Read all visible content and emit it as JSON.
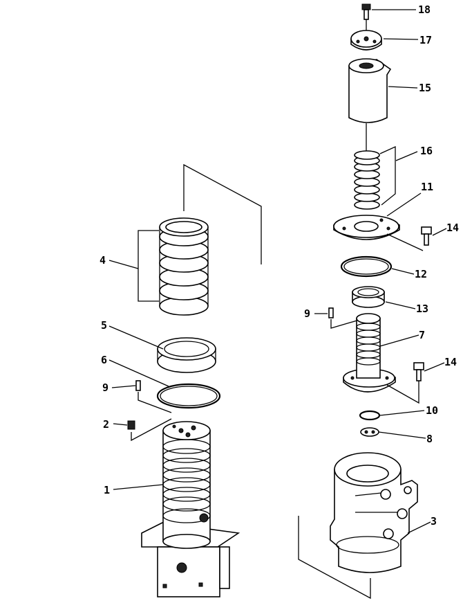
{
  "diagram": {
    "callouts": [
      "1",
      "2",
      "3",
      "4",
      "5",
      "6",
      "7",
      "8",
      "9",
      "9",
      "10",
      "11",
      "12",
      "13",
      "14",
      "14",
      "15",
      "16",
      "17",
      "18"
    ]
  }
}
